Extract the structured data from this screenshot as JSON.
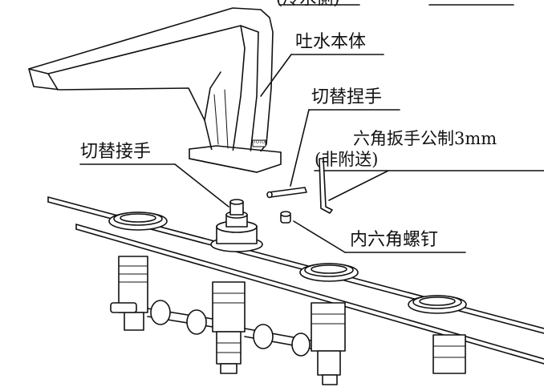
{
  "labels": {
    "top_partial": "(冷水側)",
    "spout_body": "吐水本体",
    "switch_handle": "切替捏手",
    "hex_wrench_line1": "六角扳手公制3mm",
    "hex_wrench_line2": "(非附送)",
    "switch_connector": "切替接手",
    "hex_socket_screw": "内六角螺钉"
  },
  "spout_badge": "TOTO",
  "colors": {
    "line": "#111111",
    "fill": "#ffffff",
    "shade": "#d9d9d9"
  }
}
